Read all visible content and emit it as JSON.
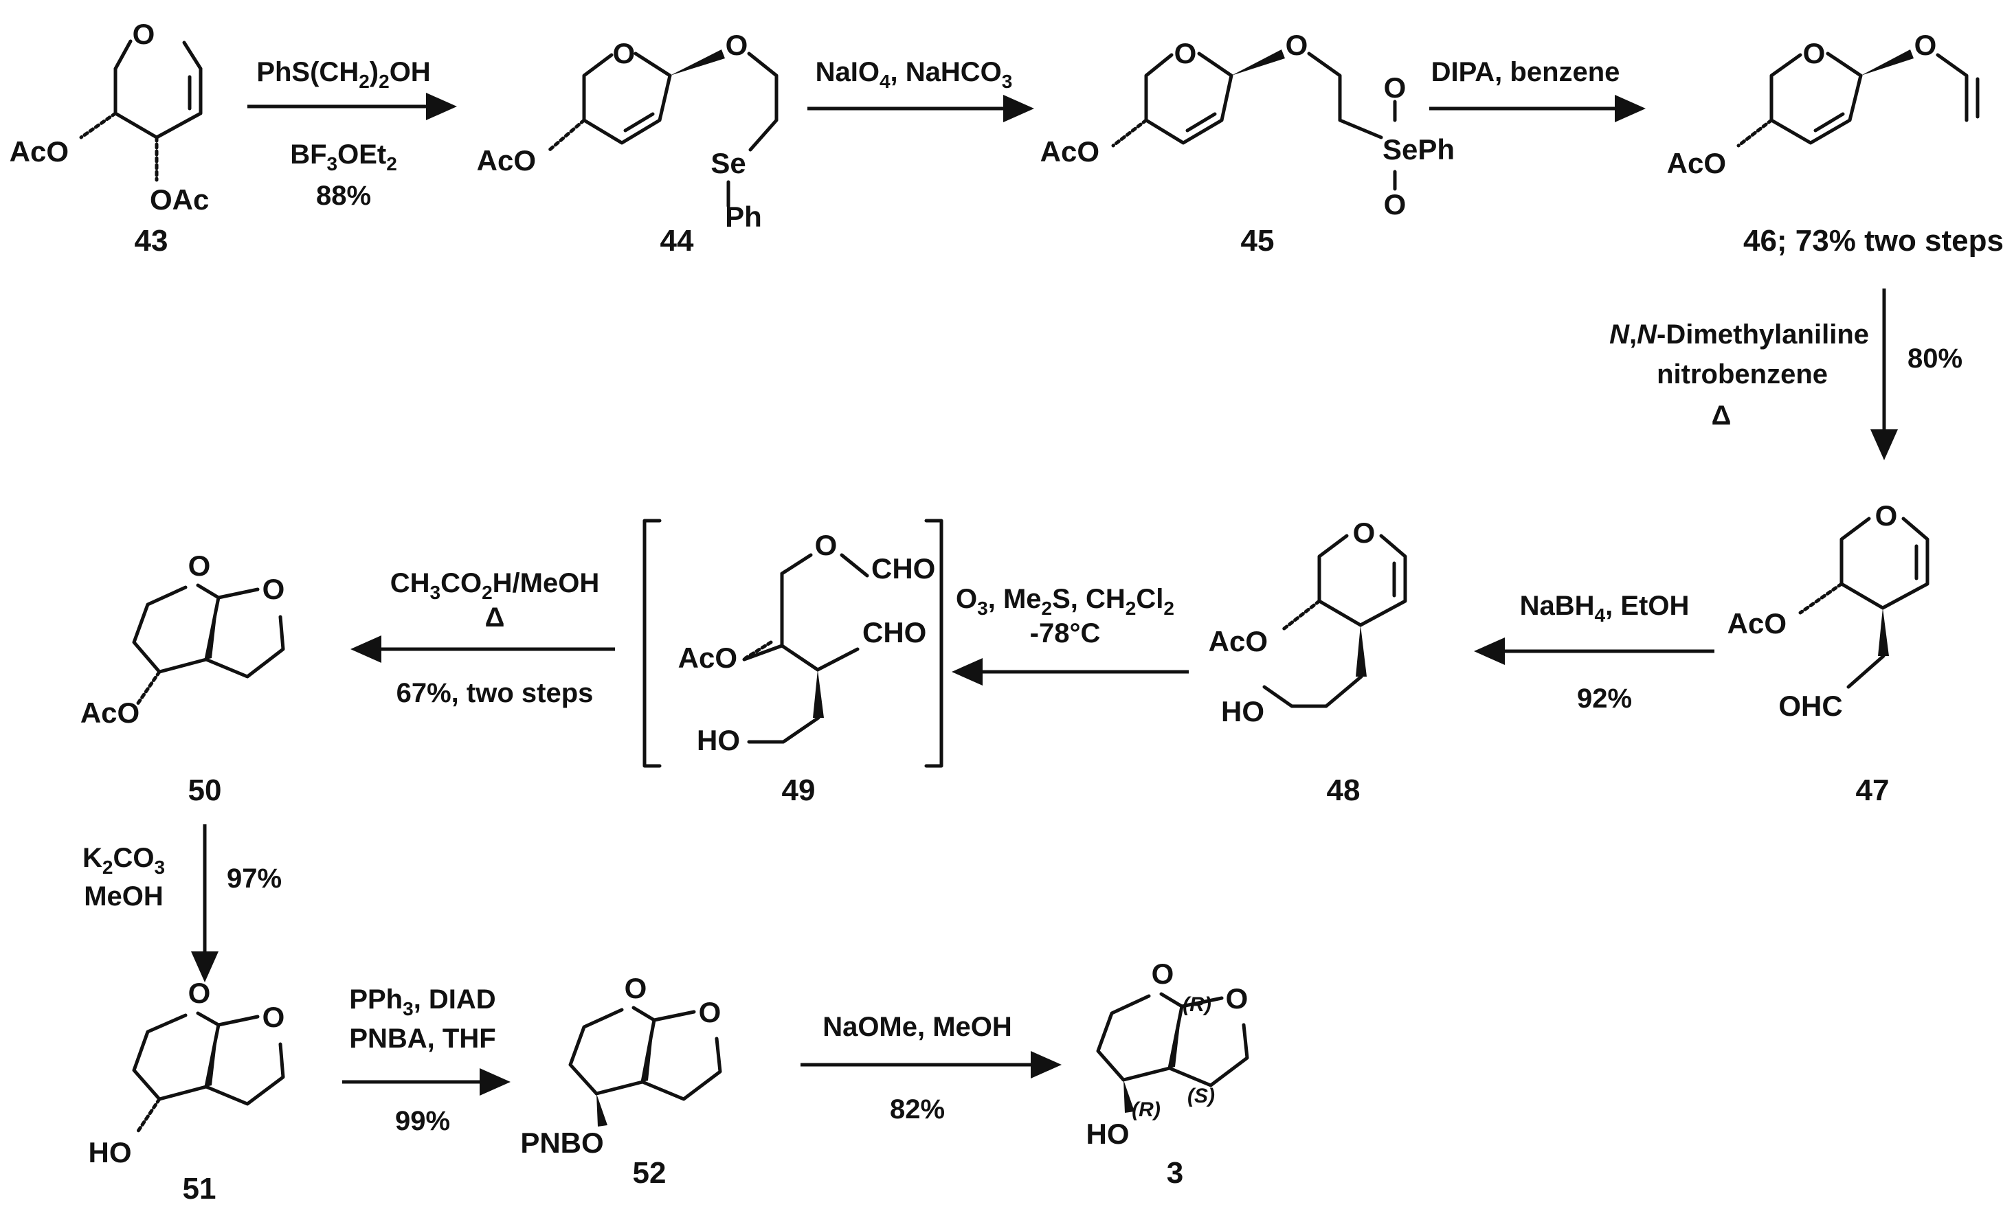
{
  "compounds": {
    "c43": {
      "label": "43",
      "atoms": {
        "ring_o": "O",
        "oac_left": "AcO",
        "oac_bottom": "OAc"
      }
    },
    "c44": {
      "label": "44",
      "atoms": {
        "ring_o": "O",
        "ether_o": "O",
        "oac": "AcO",
        "se": "Se",
        "ph": "Ph"
      }
    },
    "c45": {
      "label": "45",
      "atoms": {
        "ring_o": "O",
        "ether_o": "O",
        "oac": "AcO",
        "sep": "SePh",
        "o_up": "O",
        "o_down": "O"
      }
    },
    "c46": {
      "label": "46; 73% two steps",
      "atoms": {
        "ring_o": "O",
        "ether_o": "O",
        "oac": "AcO"
      }
    },
    "c47": {
      "label": "47",
      "atoms": {
        "ring_o": "O",
        "oac": "AcO",
        "ohc": "OHC"
      }
    },
    "c48": {
      "label": "48",
      "atoms": {
        "ring_o": "O",
        "oac": "AcO",
        "ho": "HO"
      }
    },
    "c49": {
      "label": "49",
      "atoms": {
        "o": "O",
        "cho_top": "CHO",
        "cho": "CHO",
        "oac": "AcO",
        "ho": "HO"
      }
    },
    "c50": {
      "label": "50",
      "atoms": {
        "o1": "O",
        "o2": "O",
        "oac": "AcO"
      }
    },
    "c51": {
      "label": "51",
      "atoms": {
        "o1": "O",
        "o2": "O",
        "ho": "HO"
      }
    },
    "c52": {
      "label": "52",
      "atoms": {
        "o1": "O",
        "o2": "O",
        "pnbo": "PNBO"
      }
    },
    "c3": {
      "label": "3",
      "atoms": {
        "o1": "O",
        "o2": "O",
        "ho": "HO",
        "r1": "(R)",
        "r2": "(R)",
        "s": "(S)"
      }
    }
  },
  "steps": {
    "s1": {
      "line1": "PhS(CH",
      "line1_sub": "2",
      "line1_rest": ")",
      "line1_sub2": "2",
      "line1_end": "OH",
      "line2": "BF",
      "line2_sub": "3",
      "line2_rest": "OEt",
      "line2_sub2": "2",
      "yield": "88%"
    },
    "s2": {
      "text1": "NaIO",
      "sub1": "4",
      "text2": ", NaHCO",
      "sub2": "3"
    },
    "s3": {
      "text": "DIPA, benzene"
    },
    "s4": {
      "n1": "N",
      "comma": ",",
      "n2": "N",
      "rest": "-Dimethylaniline",
      "line2": "nitrobenzene",
      "line3": "Δ",
      "yield": "80%"
    },
    "s5": {
      "text1": "NaBH",
      "sub1": "4",
      "text2": ", EtOH",
      "yield": "92%"
    },
    "s6": {
      "t1": "O",
      "s1": "3",
      "t2": ", Me",
      "s2": "2",
      "t3": "S, CH",
      "s3": "2",
      "t4": "Cl",
      "s4": "2",
      "line2": "-78°C"
    },
    "s7": {
      "t1": "CH",
      "s1": "3",
      "t2": "CO",
      "s2": "2",
      "t3": "H/MeOH",
      "line2": "Δ",
      "yield": "67%, two steps"
    },
    "s8": {
      "t1": "K",
      "s1": "2",
      "t2": "CO",
      "s2": "3",
      "line2": "MeOH",
      "yield": "97%"
    },
    "s9": {
      "t1": "PPh",
      "s1": "3",
      "t2": ", DIAD",
      "line2": "PNBA, THF",
      "yield": "99%"
    },
    "s10": {
      "text": "NaOMe, MeOH",
      "yield": "82%"
    }
  }
}
